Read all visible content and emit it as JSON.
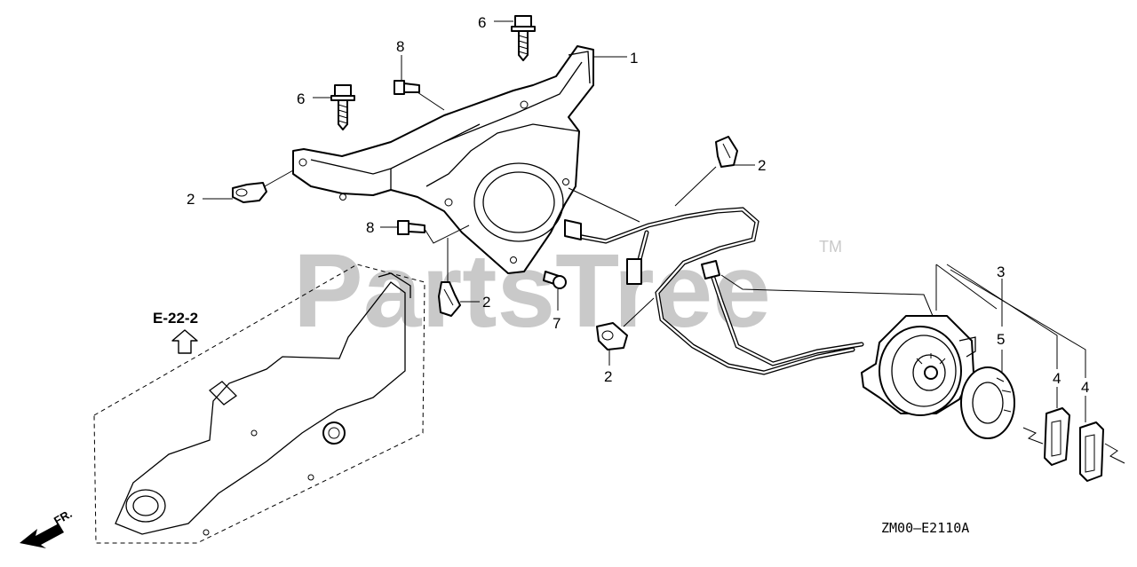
{
  "watermark": {
    "text": "PartsTree",
    "trademark": "TM"
  },
  "diagram_code": "ZM00—E2110A",
  "reference": {
    "label": "E-22-2"
  },
  "front_indicator": {
    "label": "FR."
  },
  "callouts": [
    {
      "id": "c1",
      "label": "1"
    },
    {
      "id": "c2a",
      "label": "2"
    },
    {
      "id": "c2b",
      "label": "2"
    },
    {
      "id": "c2c",
      "label": "2"
    },
    {
      "id": "c2d",
      "label": "2"
    },
    {
      "id": "c3",
      "label": "3"
    },
    {
      "id": "c4a",
      "label": "4"
    },
    {
      "id": "c4b",
      "label": "4"
    },
    {
      "id": "c5",
      "label": "5"
    },
    {
      "id": "c6a",
      "label": "6"
    },
    {
      "id": "c6b",
      "label": "6"
    },
    {
      "id": "c7",
      "label": "7"
    },
    {
      "id": "c8a",
      "label": "8"
    },
    {
      "id": "c8b",
      "label": "8"
    }
  ]
}
